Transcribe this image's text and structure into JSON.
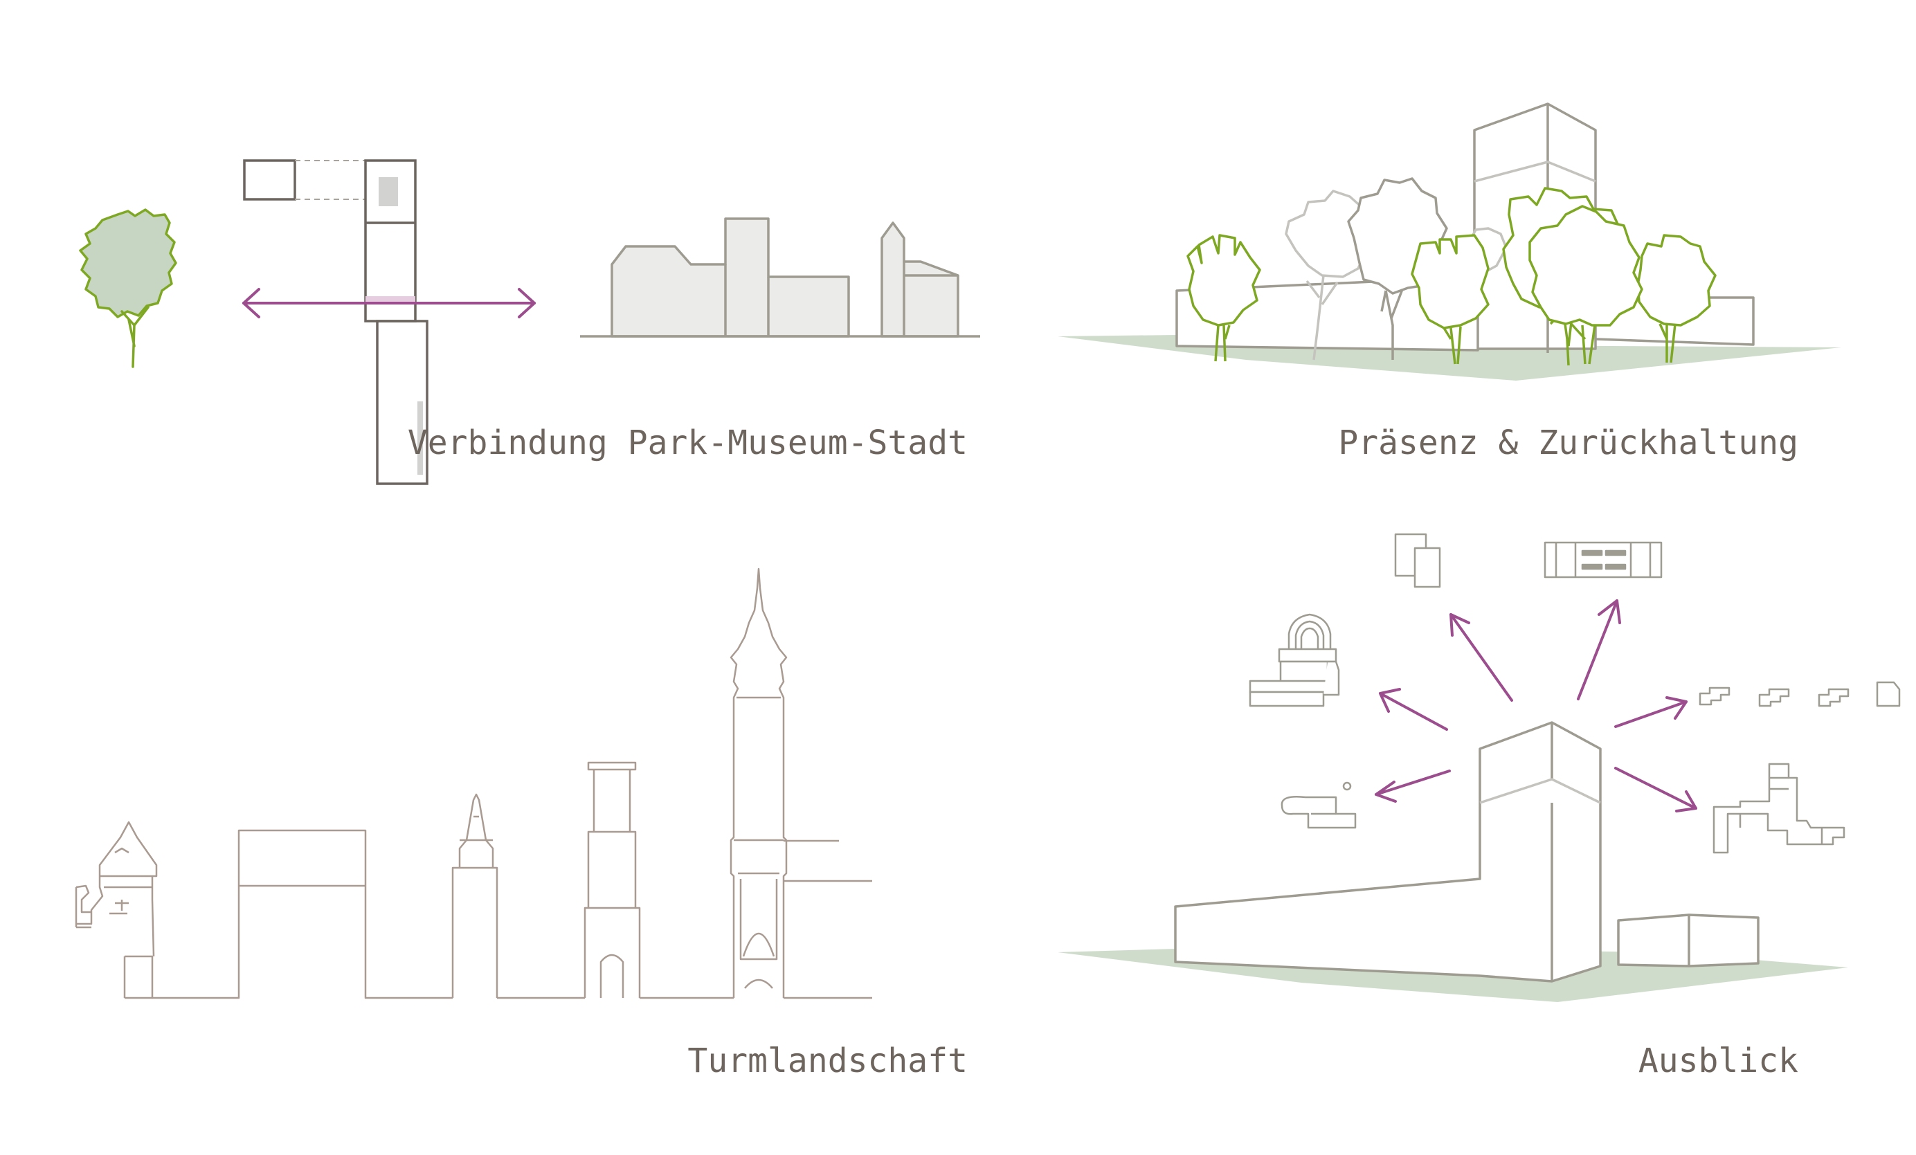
{
  "captions": {
    "connection": "Verbindung Park-Museum-Stadt",
    "presence": "Präsenz & Zurückhaltung",
    "towers": "Turmlandschaft",
    "outlook": "Ausblick"
  },
  "colors": {
    "arrow": "#9b4d8e",
    "tree_green": "#7ea823",
    "tree_fill": "#c7d6c2",
    "ground": "#cfdccb",
    "building_stroke": "#9e9b91",
    "building_fill": "#ebebea",
    "outline_brown": "#a99b91",
    "plan_stroke": "#6c645e",
    "text": "#6e665e"
  }
}
